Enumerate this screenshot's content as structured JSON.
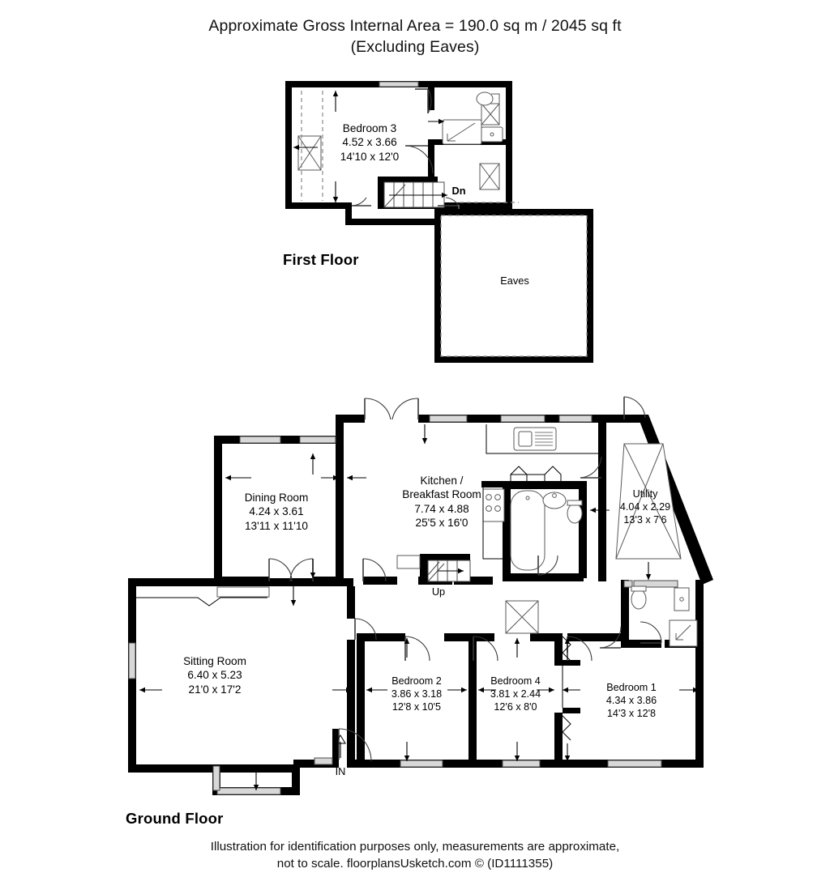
{
  "title": {
    "line1": "Approximate Gross Internal Area = 190.0 sq m / 2045 sq ft",
    "line2": "(Excluding Eaves)"
  },
  "footer": {
    "line1": "Illustration for identification purposes only, measurements are approximate,",
    "line2": "not to scale. floorplansUsketch.com © (ID1111355)"
  },
  "floors": [
    {
      "id": "first-floor",
      "label": "First Floor",
      "rooms": [
        {
          "name": "Bedroom 3",
          "dim_metric": "4.52 x 3.66",
          "dim_imperial": "14'10 x 12'0"
        },
        {
          "name": "Eaves",
          "dim_metric": "",
          "dim_imperial": ""
        }
      ],
      "markers": [
        {
          "name": "stairs-down",
          "label": "Dn"
        }
      ]
    },
    {
      "id": "ground-floor",
      "label": "Ground Floor",
      "rooms": [
        {
          "name": "Dining Room",
          "dim_metric": "4.24 x 3.61",
          "dim_imperial": "13'11 x 11'10"
        },
        {
          "name": "Kitchen /",
          "name2": "Breakfast Room",
          "dim_metric": "7.74 x 4.88",
          "dim_imperial": "25'5 x 16'0"
        },
        {
          "name": "Utility",
          "dim_metric": "4.04 x 2.29",
          "dim_imperial": "13'3 x 7'6"
        },
        {
          "name": "Sitting Room",
          "dim_metric": "6.40 x 5.23",
          "dim_imperial": "21'0 x 17'2"
        },
        {
          "name": "Bedroom 2",
          "dim_metric": "3.86 x 3.18",
          "dim_imperial": "12'8 x 10'5"
        },
        {
          "name": "Bedroom 4",
          "dim_metric": "3.81 x 2.44",
          "dim_imperial": "12'6 x 8'0"
        },
        {
          "name": "Bedroom 1",
          "dim_metric": "4.34 x 3.86",
          "dim_imperial": "14'3 x 12'8"
        }
      ],
      "markers": [
        {
          "name": "stairs-up",
          "label": "Up"
        },
        {
          "name": "entrance",
          "label": "IN"
        }
      ]
    }
  ],
  "colors": {
    "wall": "#000000",
    "background": "#ffffff",
    "fixture_stroke": "#5a5a5a",
    "glass": "#d8d8d8",
    "eaves_dash": "#8a8a8a"
  }
}
